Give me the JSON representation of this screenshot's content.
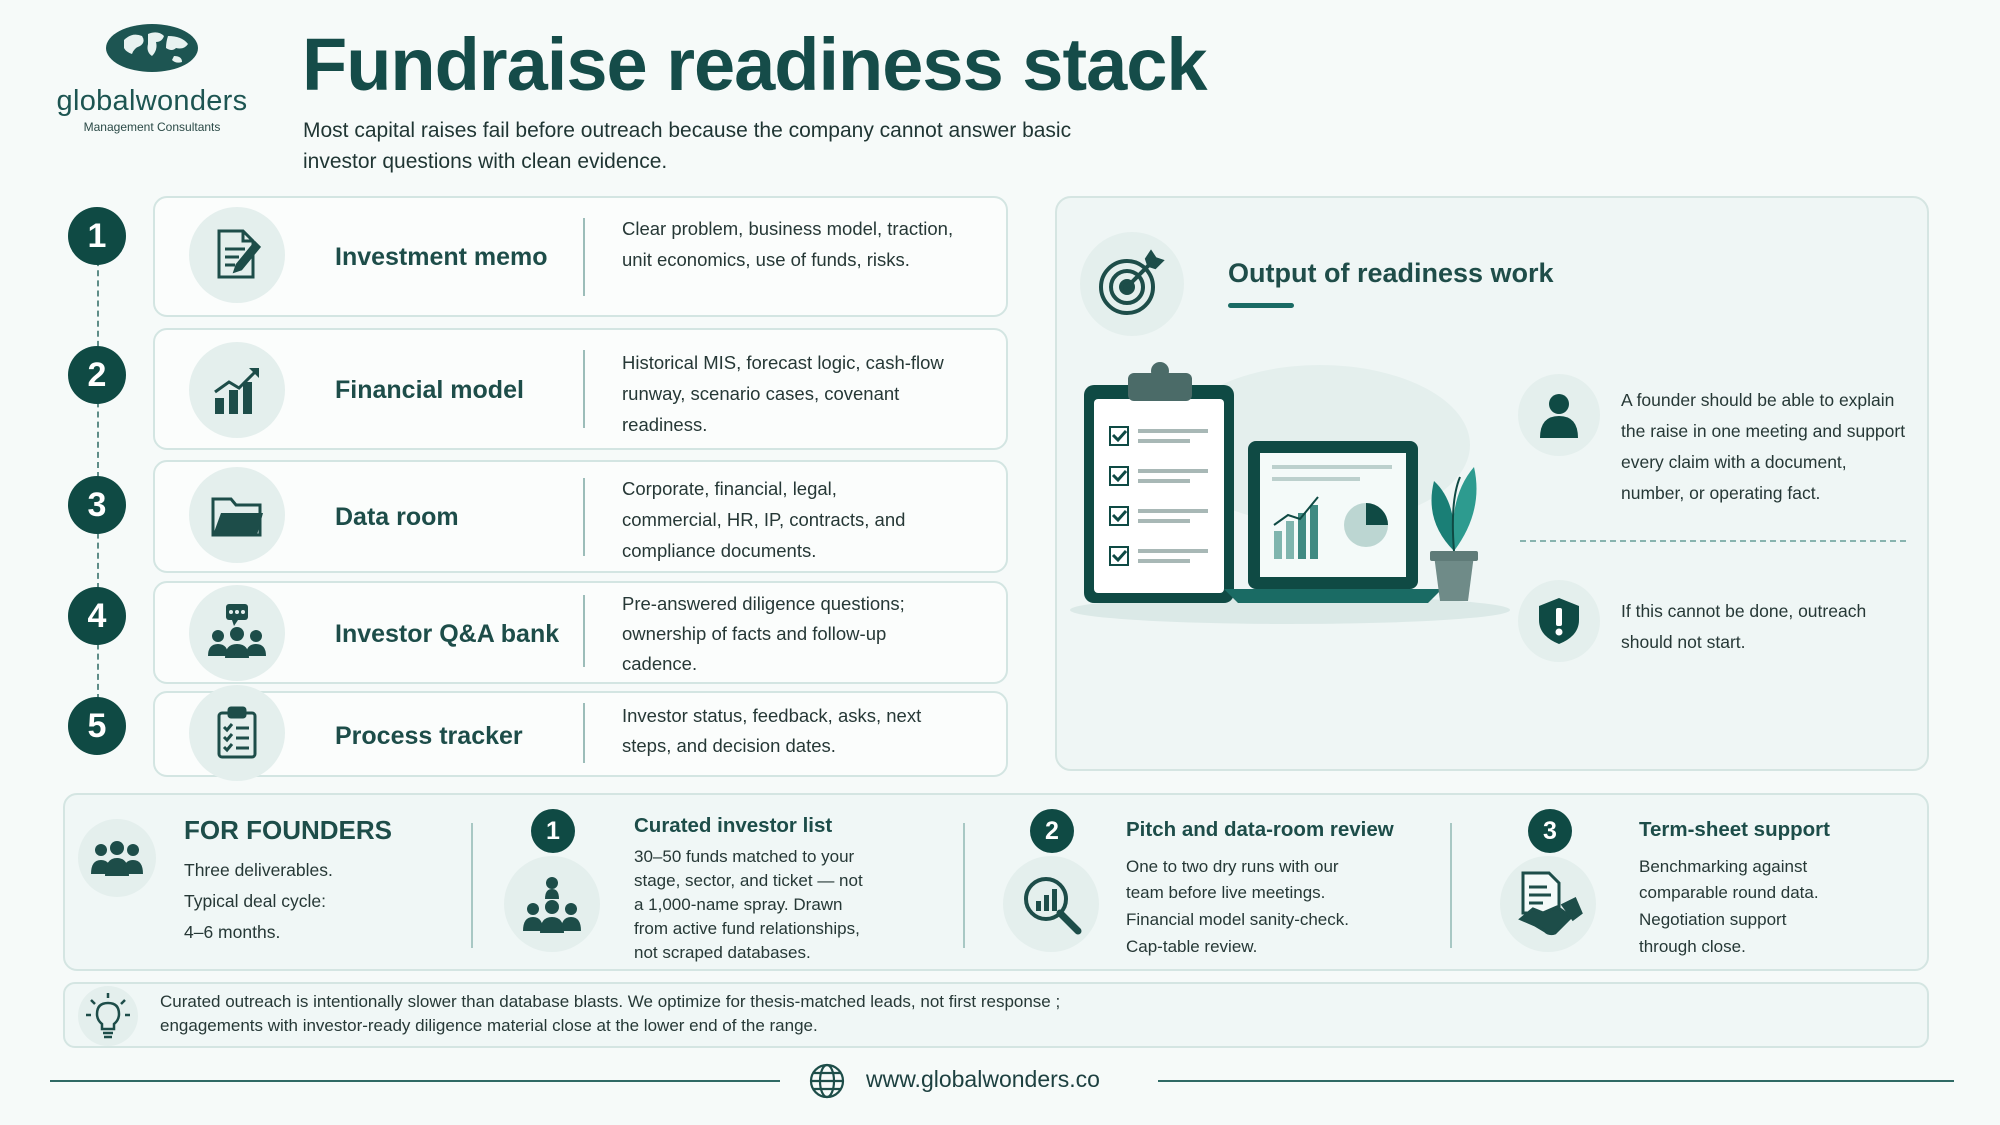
{
  "brand": {
    "name": "globalwonders",
    "tagline": "Management Consultants",
    "url": "www.globalwonders.co",
    "accent": "#0f4a44",
    "accent_light": "#e4efed"
  },
  "header": {
    "title": "Fundraise readiness stack",
    "subtitle": "Most capital raises fail before outreach because the company cannot answer basic investor questions with clean evidence."
  },
  "steps": [
    {
      "number": "1",
      "title": "Investment memo",
      "icon": "document-pen-icon",
      "desc": "Clear problem, business model, traction, unit economics, use of funds, risks."
    },
    {
      "number": "2",
      "title": "Financial model",
      "icon": "bar-chart-growth-icon",
      "desc": "Historical MIS, forecast logic, cash-flow runway, scenario cases, covenant readiness."
    },
    {
      "number": "3",
      "title": "Data room",
      "icon": "folder-icon",
      "desc": "Corporate, financial, legal, commercial, HR, IP, contracts, and compliance documents."
    },
    {
      "number": "4",
      "title": "Investor Q&A bank",
      "icon": "group-chat-icon",
      "desc": "Pre-answered diligence questions; ownership of facts and follow-up cadence."
    },
    {
      "number": "5",
      "title": "Process tracker",
      "icon": "checklist-icon",
      "desc": "Investor status, feedback, asks, next steps, and decision dates."
    }
  ],
  "output": {
    "title": "Output of readiness work",
    "points": [
      {
        "icon": "person-icon",
        "text": "A founder should be able to explain the raise in one meeting and support every claim with a document, number, or operating fact."
      },
      {
        "icon": "shield-alert-icon",
        "text": "If this cannot be done, outreach should not start."
      }
    ]
  },
  "founders": {
    "title": "FOR FOUNDERS",
    "lines": [
      "Three deliverables.",
      "Typical deal cycle:",
      "4–6 months."
    ],
    "deliverables": [
      {
        "number": "1",
        "title": "Curated investor list",
        "icon": "people-network-icon",
        "lines": [
          "30–50 funds matched to your",
          "stage, sector, and ticket — not",
          "a 1,000-name spray. Drawn",
          "from active fund relationships,",
          "not scraped databases."
        ]
      },
      {
        "number": "2",
        "title": "Pitch and data-room review",
        "icon": "magnifier-chart-icon",
        "lines": [
          "One to two dry runs with our",
          "team before live meetings.",
          "Financial model sanity-check.",
          "Cap-table review."
        ]
      },
      {
        "number": "3",
        "title": "Term-sheet support",
        "icon": "handshake-document-icon",
        "lines": [
          "Benchmarking against",
          "comparable round data.",
          "Negotiation support",
          "through close."
        ]
      }
    ]
  },
  "note": {
    "icon": "lightbulb-icon",
    "line1": "Curated outreach is intentionally slower than database blasts. We optimize for thesis-matched leads, not first response ;",
    "line2": "engagements with investor-ready diligence material close at the lower end of the range."
  }
}
